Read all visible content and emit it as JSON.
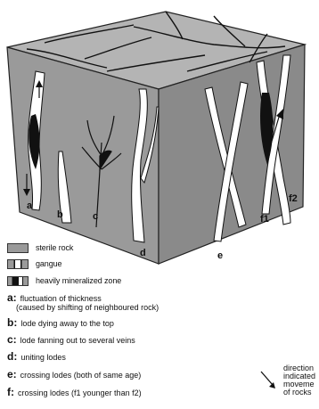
{
  "block_labels": {
    "a": "a",
    "b": "b",
    "c": "c",
    "d": "d",
    "e": "e",
    "f1": "f1",
    "f2": "f2"
  },
  "legend": {
    "sterile_rock": "sterile rock",
    "gangue": "gangue",
    "mineralized": "heavily mineralized zone"
  },
  "keys": [
    {
      "letter": "a:",
      "text": "fluctuation of thickness",
      "subtext": "(caused by shifting of neighboured rock)"
    },
    {
      "letter": "b:",
      "text": "lode dying away to the top"
    },
    {
      "letter": "c:",
      "text": "lode fanning out to several veins"
    },
    {
      "letter": "d:",
      "text": "uniting lodes"
    },
    {
      "letter": "e:",
      "text": "crossing lodes (both of same age)"
    },
    {
      "letter": "f:",
      "text": "crossing lodes (f1 younger than f2)"
    }
  ],
  "arrow_note": [
    "direction",
    "indicated",
    "moveme",
    "of rocks"
  ],
  "colors": {
    "rock": "#9a9a9a",
    "rock_top": "#b4b4b4",
    "rock_side": "#8a8a8a",
    "gangue": "#ffffff",
    "ore": "#111111"
  }
}
